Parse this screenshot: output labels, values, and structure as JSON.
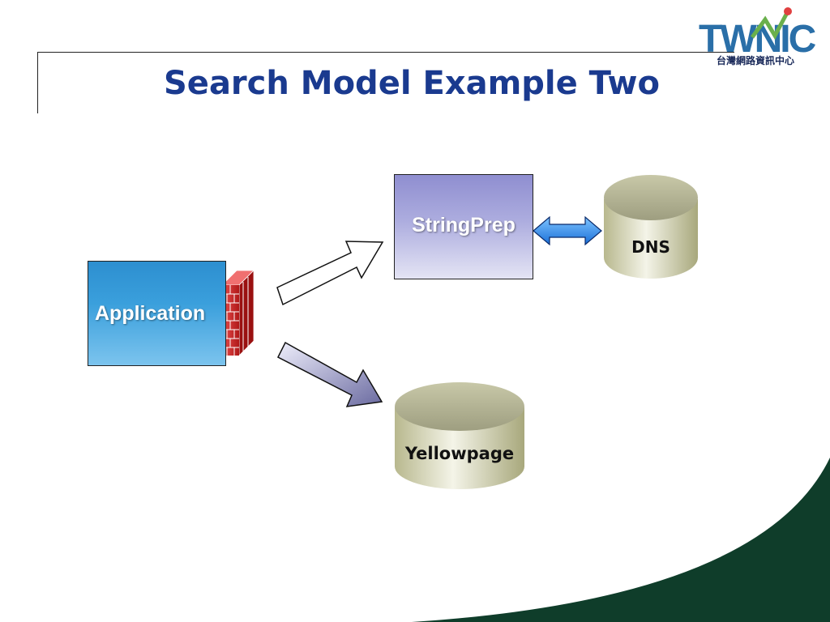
{
  "slide": {
    "title": "Search Model Example Two"
  },
  "logo": {
    "text": "TWNIC",
    "subtitle": "台灣網路資訊中心"
  },
  "diagram": {
    "application_label": "Application",
    "stringprep_label": "StringPrep",
    "dns_label": "DNS",
    "yellowpage_label": "Yellowpage"
  },
  "colors": {
    "title": "#1a3a8f",
    "application_fill": "#3a9fdc",
    "stringprep_fill": "#adaddf",
    "corner_swoosh": "#0f3d2a"
  }
}
